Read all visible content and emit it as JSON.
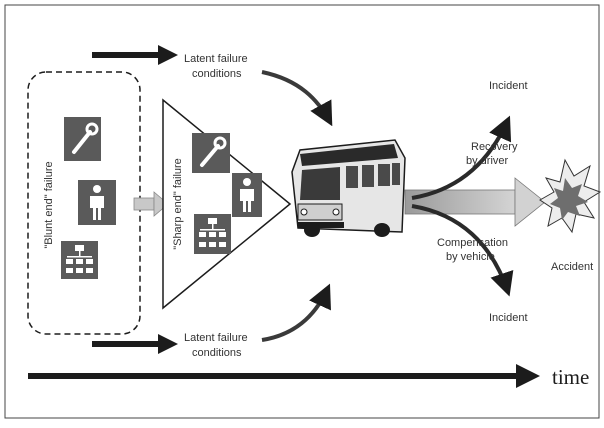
{
  "figure": {
    "top_latent": [
      "Latent failure",
      "conditions"
    ],
    "bottom_latent": [
      "Latent failure",
      "conditions"
    ],
    "blunt_end_label": "\"Blunt end\" failure",
    "sharp_end_label": "\"Sharp end\" failure",
    "recovery": [
      "Recovery",
      "by driver"
    ],
    "compensation": [
      "Compensation",
      "by vehicle"
    ],
    "incident_top": "Incident",
    "incident_bottom": "Incident",
    "accident": "Accident",
    "time": "time"
  },
  "icons": [
    "wrench-icon",
    "person-icon",
    "org-chart-icon",
    "bus-icon",
    "explosion-icon"
  ],
  "colors": {
    "ink": "#1c1c1c",
    "icon_box": "#5a5a5a",
    "gray_arrow": "#c8c8c8",
    "explosion_outer": "#ededed",
    "explosion_inner": "#6e6e6e"
  }
}
